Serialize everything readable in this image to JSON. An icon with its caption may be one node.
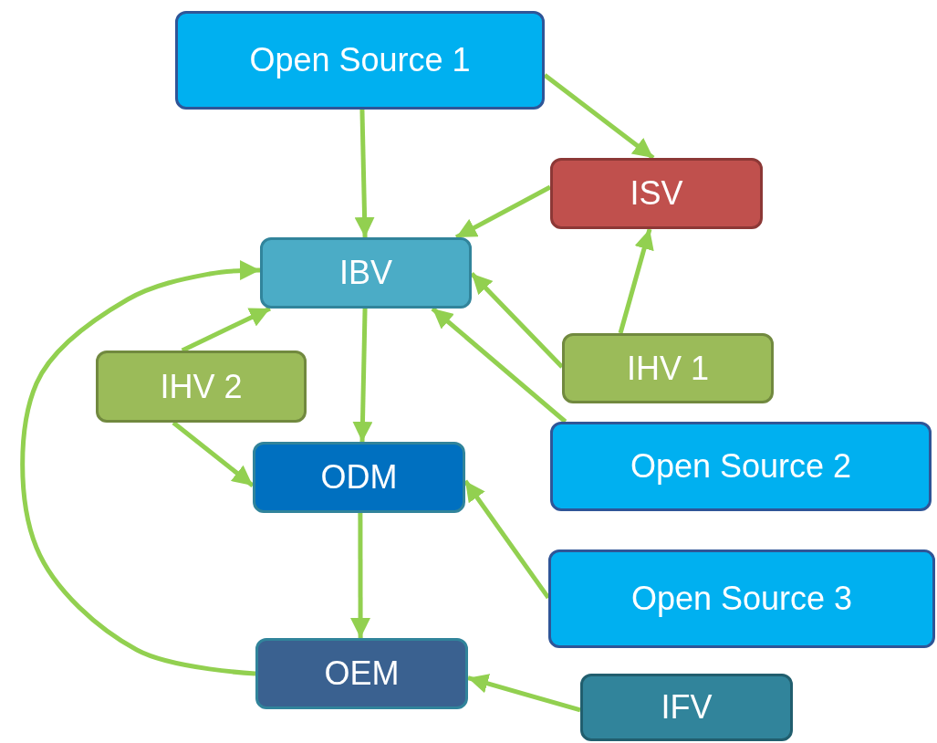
{
  "diagram": {
    "nodes": [
      {
        "text": [
          "Open Source 1"
        ]
      },
      {
        "text": [
          "ISV"
        ]
      },
      {
        "text": [
          "IBV"
        ]
      },
      {
        "text": [
          "IHV 2"
        ]
      },
      {
        "text": [
          "IHV 1"
        ]
      },
      {
        "text": [
          "ODM"
        ]
      },
      {
        "text": [
          "Open Source 2"
        ]
      },
      {
        "text": [
          "Open Source 3"
        ]
      },
      {
        "text": [
          "OEM"
        ]
      },
      {
        "text": [
          "IFV"
        ]
      }
    ],
    "edges": [
      {
        "from": 0,
        "to": 2,
        "arrow": "to"
      },
      {
        "from": 0,
        "to": 1,
        "arrow": "to"
      },
      {
        "from": 1,
        "to": 2,
        "arrow": "to"
      },
      {
        "from": 4,
        "to": 1,
        "arrow": "to"
      },
      {
        "from": 4,
        "to": 2,
        "arrow": "to"
      },
      {
        "from": 6,
        "to": 2,
        "arrow": "to"
      },
      {
        "from": 3,
        "to": 2,
        "arrow": "to"
      },
      {
        "from": 3,
        "to": 5,
        "arrow": "to"
      },
      {
        "from": 2,
        "to": 5,
        "arrow": "to"
      },
      {
        "from": 7,
        "to": 5,
        "arrow": "to"
      },
      {
        "from": 5,
        "to": 8,
        "arrow": "to"
      },
      {
        "from": 9,
        "to": 8,
        "arrow": "to"
      },
      {
        "from": 8,
        "to": 2,
        "arrow": "to"
      }
    ]
  }
}
